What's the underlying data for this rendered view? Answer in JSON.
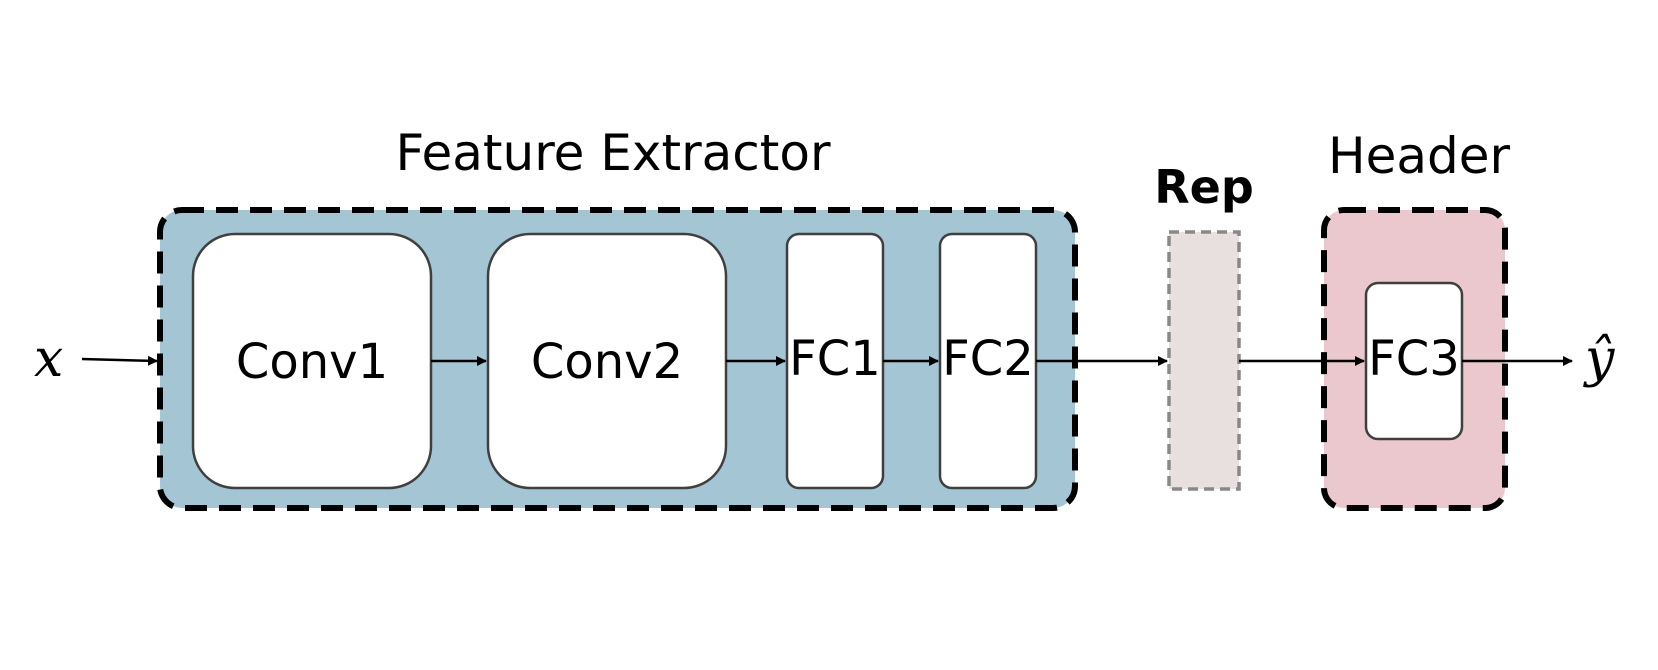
{
  "diagram": {
    "input_label": "x",
    "output_label": "ŷ",
    "feature_extractor": {
      "title": "Feature Extractor",
      "blocks": [
        "Conv1",
        "Conv2",
        "FC1",
        "FC2"
      ]
    },
    "representation": {
      "label": "Rep"
    },
    "header": {
      "title": "Header",
      "blocks": [
        "FC3"
      ]
    }
  },
  "colors": {
    "feature_extractor_fill": "#A4C5D4",
    "header_fill": "#EBC8CD",
    "rep_fill": "#E8E0DE",
    "rep_border": "#888888",
    "block_fill": "#FFFFFF",
    "block_border": "#3F3F3F",
    "dashed_border": "#000000"
  }
}
